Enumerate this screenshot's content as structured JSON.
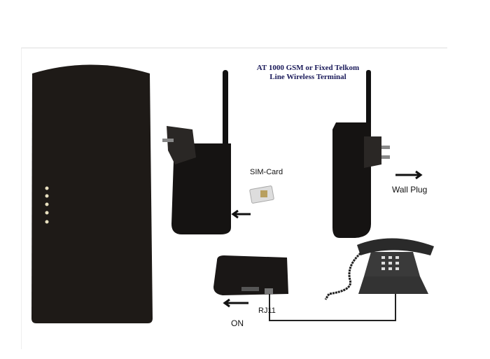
{
  "title": "AT 1000 GSM or Fixed Telkom Line Wireless Terminal",
  "labels": {
    "sim_card": "SIM-Card",
    "wall_plug": "Wall Plug",
    "rj11": "RJ11",
    "on": "ON"
  },
  "colors": {
    "device": "#1e1a17",
    "title": "#1a1a5a"
  }
}
